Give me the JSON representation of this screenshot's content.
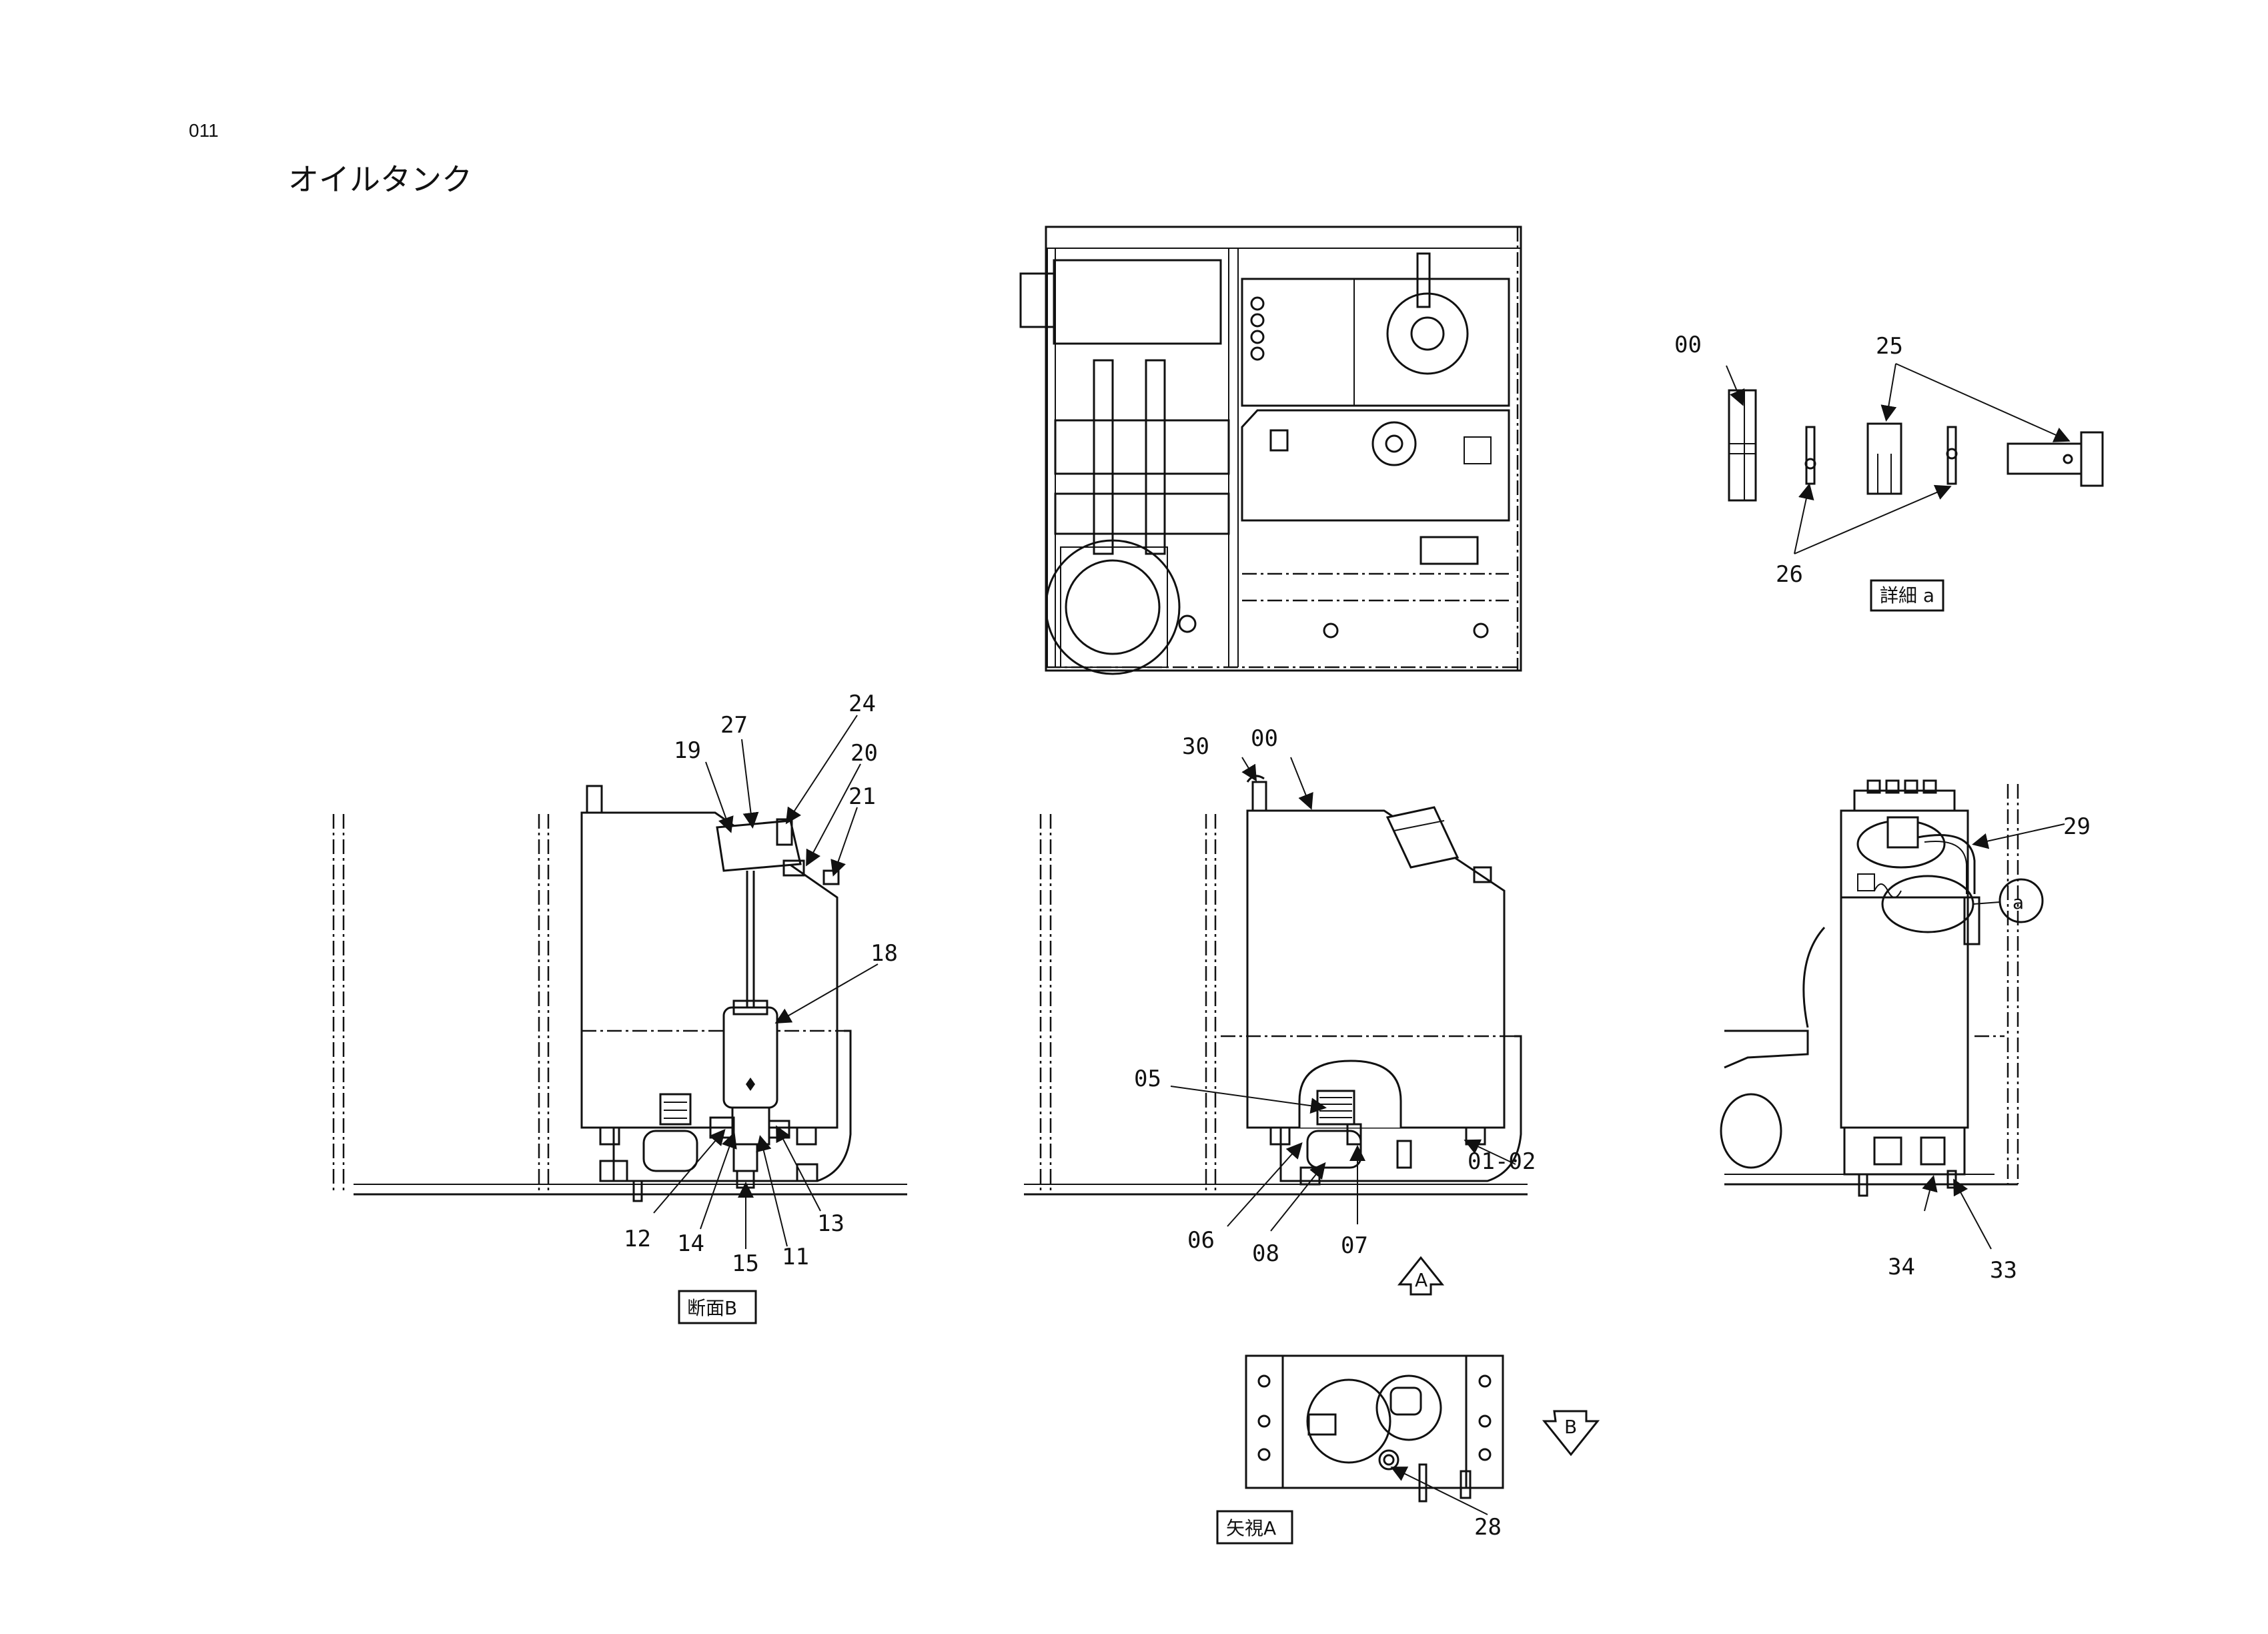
{
  "page": {
    "code": "011",
    "title": "オイルタンク"
  },
  "views": {
    "section_b": "断面B",
    "detail_a": "詳細 a",
    "view_a": "矢視A",
    "arrow_a": "A",
    "arrow_b": "B",
    "circle_a": "a"
  },
  "callouts": {
    "c00_detail": "00",
    "c25": "25",
    "c26": "26",
    "c27": "27",
    "c24": "24",
    "c19": "19",
    "c20": "20",
    "c21": "21",
    "c18": "18",
    "c12": "12",
    "c14": "14",
    "c15": "15",
    "c11": "11",
    "c13": "13",
    "c30": "30",
    "c00_front": "00",
    "c05": "05",
    "c01_02": "01-02",
    "c06": "06",
    "c08": "08",
    "c07": "07",
    "c29": "29",
    "c34": "34",
    "c33": "33",
    "c28": "28"
  }
}
